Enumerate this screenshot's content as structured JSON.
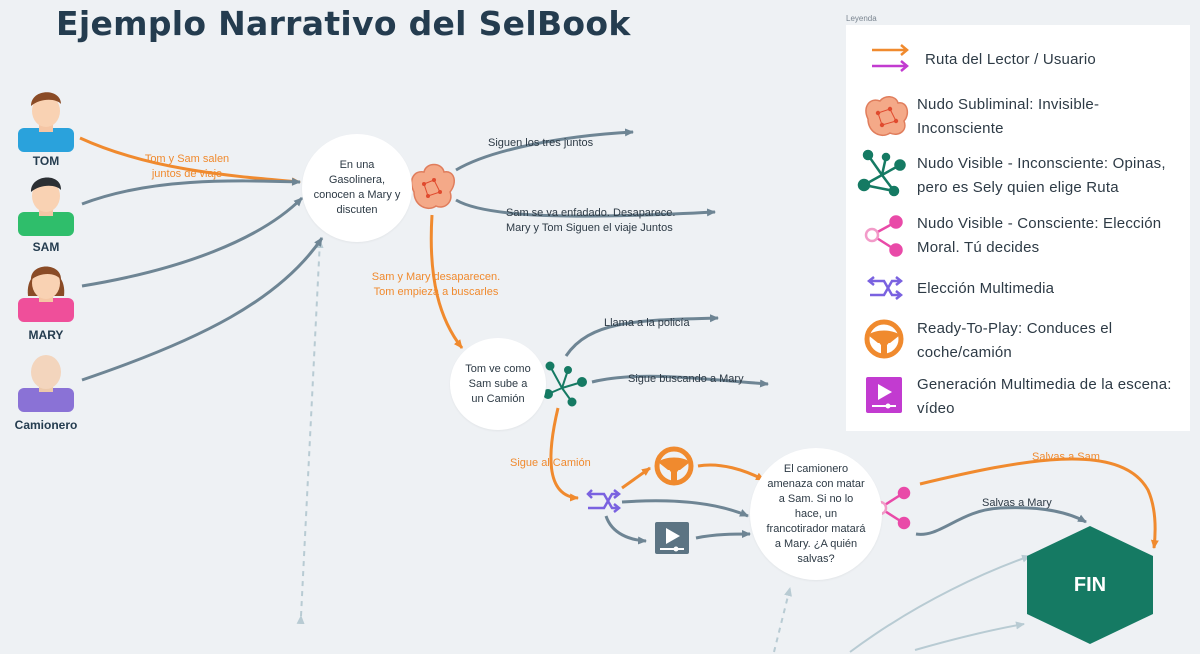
{
  "title": "Ejemplo Narrativo del SelBook",
  "characters": [
    "TOM",
    "SAM",
    "MARY",
    "Camionero"
  ],
  "nodes": {
    "gasolinera": "En una Gasolinera, conocen a Mary y discuten",
    "camion": "Tom ve como Sam sube a un Camión",
    "camionero": "El camionero amenaza con matar  a Sam. Si no lo hace, un francotirador matará a Mary. ¿A quién salvas?",
    "fin": "FIN"
  },
  "edge_labels": {
    "tom_sam_salen": "Tom y Sam salen juntos de viaje",
    "siguen_tres": "Siguen los tres juntos",
    "sam_enfadado": "Sam se va enfadado. Desaparece. Mary y Tom Siguen el viaje Juntos",
    "sam_mary_desaparecen": "Sam y Mary desaparecen. Tom empieza a buscarles",
    "llama_policia": "Llama a la policía",
    "sigue_buscando": "Sigue buscando a Mary",
    "sigue_camion": "Sigue al Camión",
    "salvas_sam": "Salvas a Sam",
    "salvas_mary": "Salvas a Mary"
  },
  "legend": {
    "heading": "Leyenda",
    "items": [
      {
        "icon": "double-arrow-icon",
        "text": "Ruta del Lector / Usuario"
      },
      {
        "icon": "brain-icon",
        "text": "Nudo Subliminal: Invisible-Inconsciente"
      },
      {
        "icon": "network-nodes-icon",
        "text": "Nudo Visible - Inconsciente: Opinas, pero es Sely quien elige Ruta"
      },
      {
        "icon": "branch-nodes-icon",
        "text": "Nudo Visible - Consciente: Elección Moral. Tú decides"
      },
      {
        "icon": "shuffle-arrows-icon",
        "text": "Elección Multimedia"
      },
      {
        "icon": "steering-wheel-icon",
        "text": "Ready-To-Play: Conduces el coche/camión"
      },
      {
        "icon": "video-play-icon",
        "text": "Generación Multimedia de la escena: vídeo"
      }
    ]
  },
  "colors": {
    "orange": "#f08a2e",
    "gray_arrow": "#6e8594",
    "teal": "#157a63",
    "pink": "#e94aa8",
    "purple": "#7a62e0",
    "magenta": "#c23bd0",
    "fin": "#157a63",
    "title": "#243c4f"
  }
}
